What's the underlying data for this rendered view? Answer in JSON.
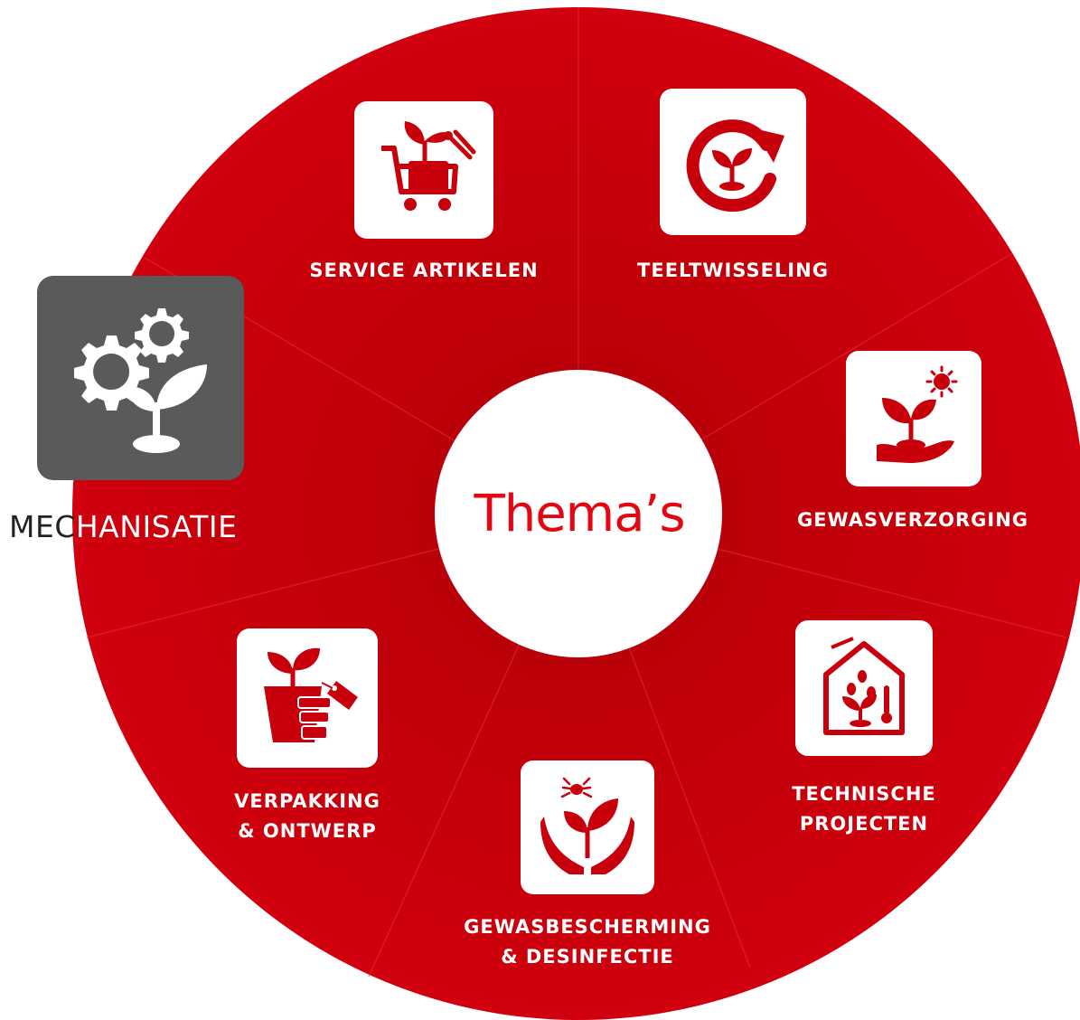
{
  "center": {
    "title": "Thema’s"
  },
  "segments": [
    {
      "id": "service-artikelen",
      "lines": [
        "SERVICE ARTIKELEN"
      ],
      "icon": "cart-plant-pruner-icon"
    },
    {
      "id": "teeltwisseling",
      "lines": [
        "TEELTWISSELING"
      ],
      "icon": "plant-cycle-arrow-icon"
    },
    {
      "id": "gewasverzorging",
      "lines": [
        "GEWASVERZORGING"
      ],
      "icon": "hand-plant-sun-icon"
    },
    {
      "id": "technische-projecten",
      "lines": [
        "TECHNISCHE",
        "PROJECTEN"
      ],
      "icon": "greenhouse-plant-icon"
    },
    {
      "id": "gewasbescherming",
      "lines": [
        "GEWASBESCHERMING",
        "& DESINFECTIE"
      ],
      "icon": "hands-plant-bug-icon"
    },
    {
      "id": "verpakking",
      "lines": [
        "VERPAKKING",
        "& ONTWERP"
      ],
      "icon": "plant-pots-tag-icon"
    }
  ],
  "highlight": {
    "label": "MECHANISATIE",
    "icon": "gears-plant-icon"
  },
  "colors": {
    "wheel": "#c8000b",
    "wheel_shade": "#a80008",
    "tile": "#ffffff",
    "highlight_tile": "#5a5a5a",
    "center_text": "#e30613"
  }
}
